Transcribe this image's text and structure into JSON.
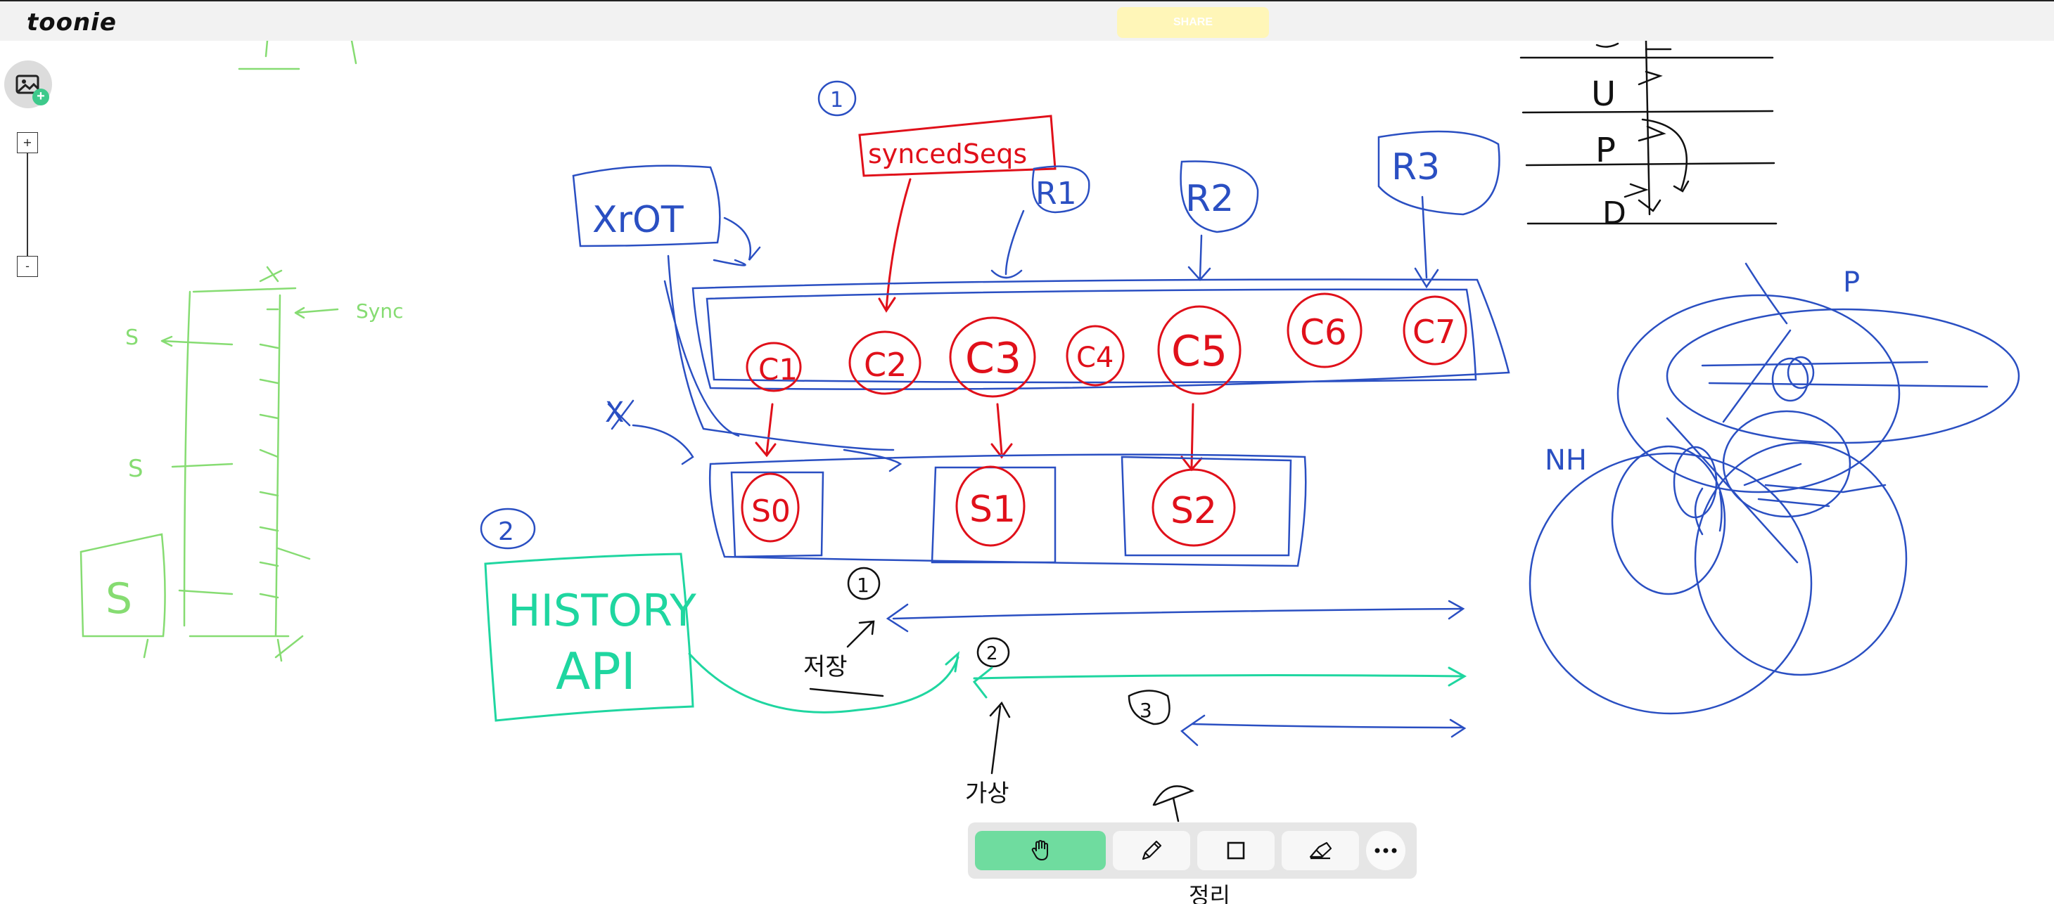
{
  "app": {
    "name": "toonie"
  },
  "header": {
    "share_label": "SHARE"
  },
  "sidebar": {
    "image_button": {
      "icon": "image-add-icon"
    },
    "zoom": {
      "in_label": "+",
      "out_label": "-"
    }
  },
  "toolbar": {
    "tools": [
      {
        "name": "hand",
        "icon": "hand-icon",
        "active": true
      },
      {
        "name": "pen",
        "icon": "pen-icon",
        "active": false
      },
      {
        "name": "rectangle",
        "icon": "square-icon",
        "active": false
      },
      {
        "name": "eraser",
        "icon": "eraser-icon",
        "active": false
      },
      {
        "name": "more",
        "icon": "more-icon",
        "active": false
      }
    ]
  },
  "canvas": {
    "red_labels": [
      "syncedSeqs",
      "C1",
      "C2",
      "C3",
      "C4",
      "C5",
      "C6",
      "C7",
      "S0",
      "S1",
      "S2"
    ],
    "blue_labels": [
      "1",
      "XrOT",
      "R1",
      "R2",
      "R3",
      "X",
      "2",
      "1",
      "NH",
      "P"
    ],
    "teal_labels": [
      "HISTORY",
      "API",
      "2"
    ],
    "black_labels": [
      "저장",
      "가상",
      "3",
      "U",
      "P",
      "D",
      "정리"
    ],
    "green_labels": [
      "Sync",
      "S",
      "S",
      "S"
    ]
  },
  "colors": {
    "red": "#e0101a",
    "blue": "#2a4fc2",
    "teal": "#1fd6a0",
    "green": "#7fdc6a",
    "active_tool": "#6fdc9f",
    "share": "#fff6b8"
  }
}
